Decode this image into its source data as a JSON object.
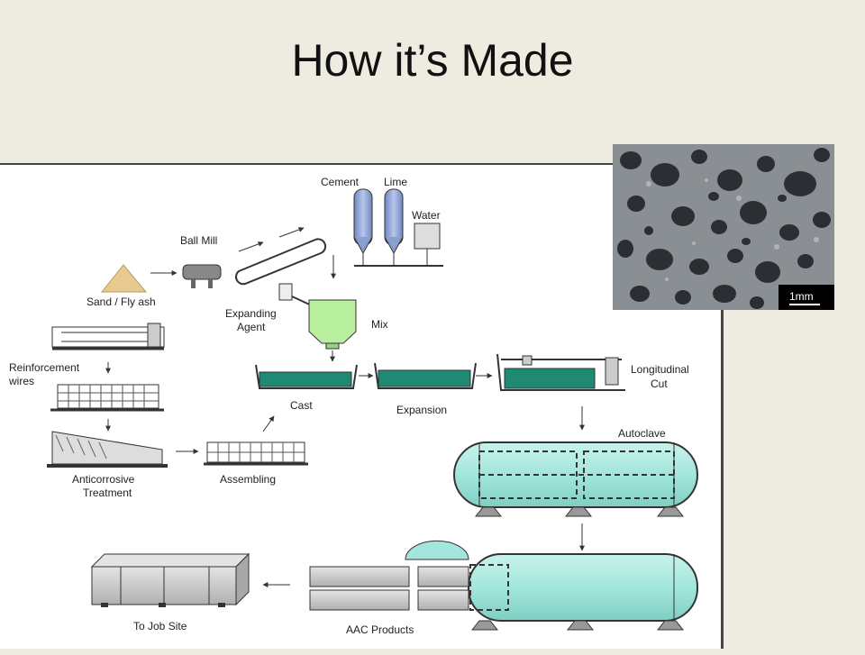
{
  "title": "How it’s Made",
  "diagram": {
    "labels": {
      "cement": "Cement",
      "lime": "Lime",
      "water": "Water",
      "ball_mill": "Ball Mill",
      "sand_fly_ash": "Sand / Fly ash",
      "expanding_agent_1": "Expanding",
      "expanding_agent_2": "Agent",
      "mix": "Mix",
      "reinforcement": "Reinforcement",
      "wires": "wires",
      "cast": "Cast",
      "expansion": "Expansion",
      "longitudinal": "Longitudinal",
      "cut": "Cut",
      "autoclave": "Autoclave",
      "anticorrosive": "Anticorrosive",
      "treatment": "Treatment",
      "assembling": "Assembling",
      "to_job_site": "To Job Site",
      "aac_products": "AAC Products"
    }
  },
  "photo": {
    "scale_label": "1mm"
  },
  "colors": {
    "background": "#eeebe0",
    "tank": "#a3e6dc",
    "mold": "#1f8a74",
    "silo": "#8a9fd0"
  }
}
